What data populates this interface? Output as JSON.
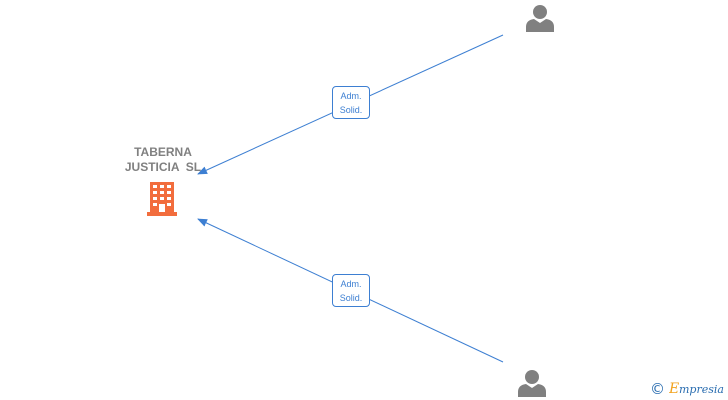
{
  "company": {
    "name_line1": "TABERNA",
    "name_line2": "JUSTICIA  SL",
    "icon": "building-icon",
    "icon_color": "#f26d3d"
  },
  "relations": [
    {
      "label_line1": "Adm.",
      "label_line2": "Solid.",
      "target": "person-icon"
    },
    {
      "label_line1": "Adm.",
      "label_line2": "Solid.",
      "target": "person-icon"
    }
  ],
  "colors": {
    "edge": "#3d7fd2",
    "person": "#808080",
    "company_text": "#808080"
  },
  "watermark": {
    "symbol": "©",
    "brand": "Empresia"
  }
}
